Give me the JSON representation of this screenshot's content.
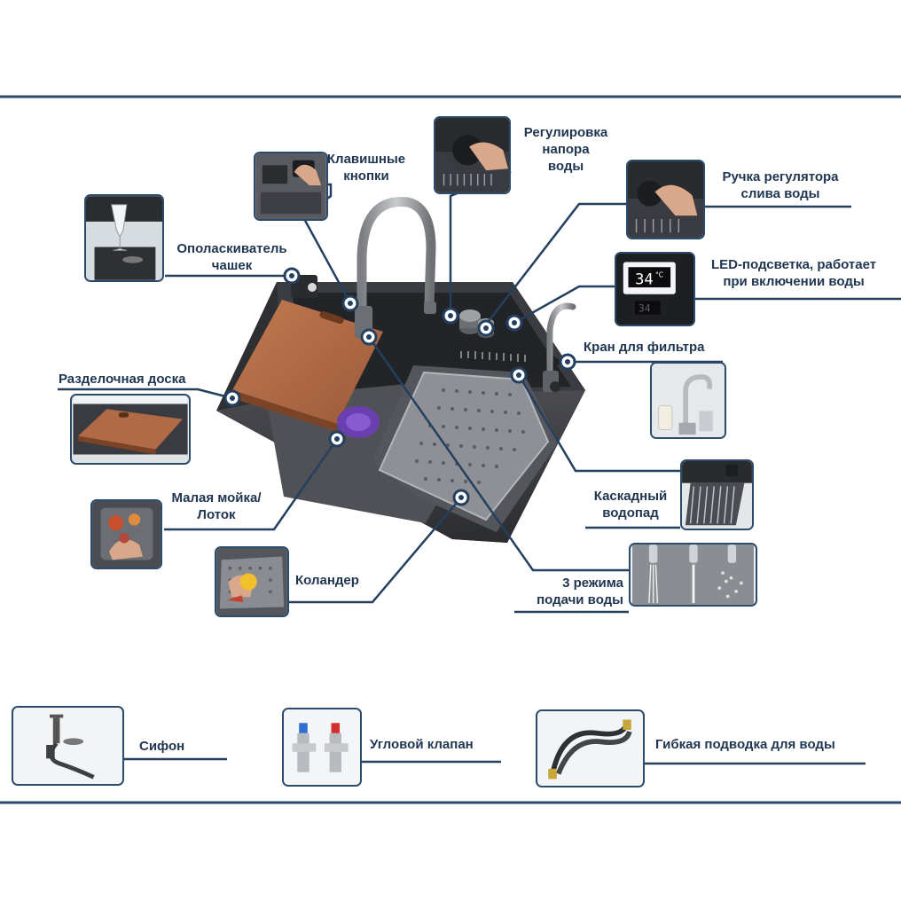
{
  "labels": {
    "cup_rinser": [
      "Ополаскиватель",
      "чашек"
    ],
    "key_buttons": [
      "Клавишные",
      "кнопки"
    ],
    "pressure": [
      "Регулировка",
      "напора",
      "воды"
    ],
    "drain_knob": [
      "Ручка регулятора",
      "слива воды"
    ],
    "led": [
      "LED-подсветка, работает",
      "при включении воды"
    ],
    "filter_tap": [
      "Кран для фильтра"
    ],
    "cutting_board": [
      "Разделочная доска"
    ],
    "small_sink": [
      "Малая мойка/",
      "Лоток"
    ],
    "colander": [
      "Коландер"
    ],
    "cascade": [
      "Каскадный",
      "водопад"
    ],
    "modes": [
      "3 режима",
      "подачи воды"
    ],
    "siphon": [
      "Сифон"
    ],
    "angle_valve": [
      "Угловой клапан"
    ],
    "hose": [
      "Гибкая подводка для воды"
    ]
  },
  "led_display": [
    "34",
    "°C"
  ],
  "colors": {
    "frame": "#2c4a6b",
    "line": "#24405e",
    "text": "#1f3550",
    "sink": "#3a3b3f",
    "board": "#b06a45"
  }
}
